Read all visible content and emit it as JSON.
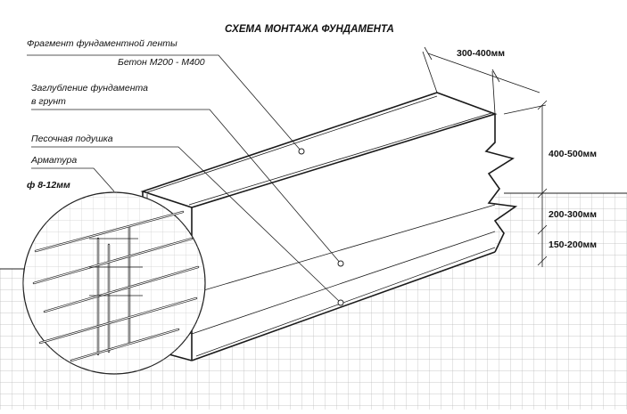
{
  "diagram": {
    "title": "СХЕМА МОНТАЖА ФУНДАМЕНТА",
    "labels": {
      "fragment": "Фрагмент фундаментной ленты",
      "concrete": "Бетон  М200 - М400",
      "depth_line1": "Заглубление фундамента",
      "depth_line2": "в грунт",
      "sand": "Песочная подушка",
      "rebar": "Арматура",
      "rebar_diameter": "ф 8-12мм"
    },
    "dimensions": {
      "width": "300-400мм",
      "height_above": "400-500мм",
      "depth": "200-300мм",
      "sand_cushion": "150-200мм"
    }
  }
}
